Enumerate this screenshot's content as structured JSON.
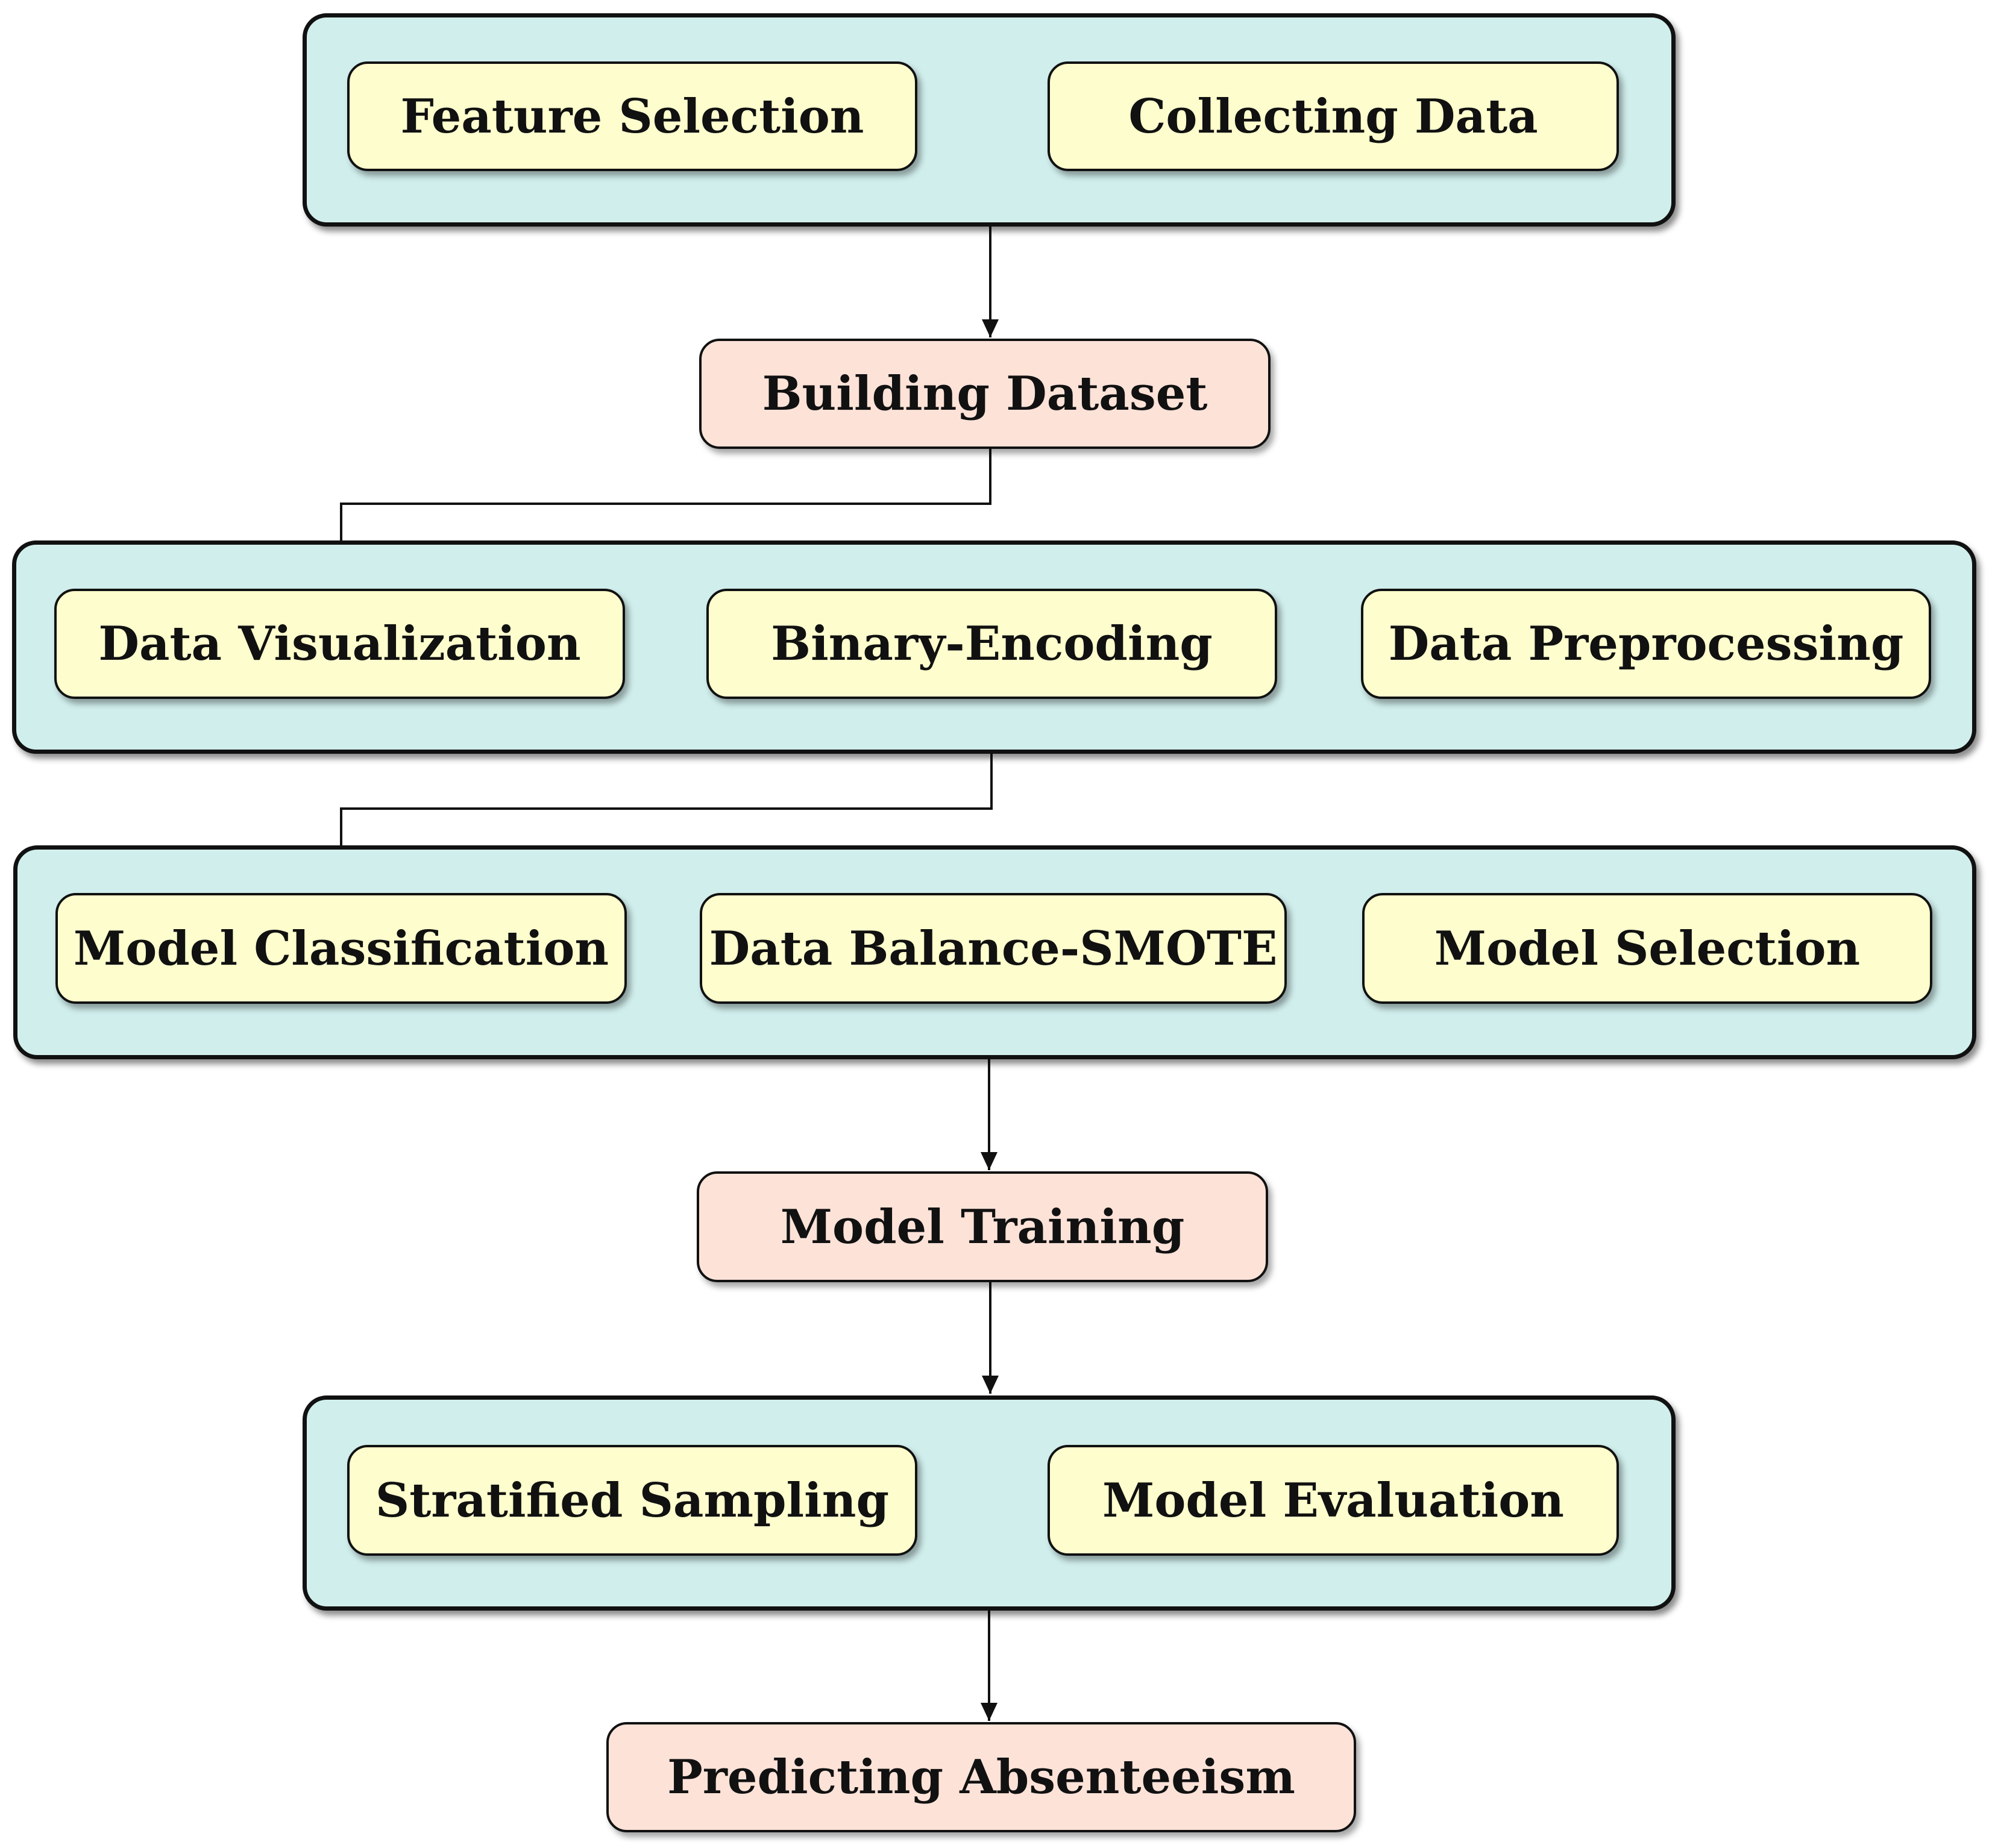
{
  "colors": {
    "group_fill": "#d0eeec",
    "step_fill": "#fdfdcd",
    "stage_fill": "#fde2d8",
    "stroke": "#111111"
  },
  "groups": {
    "data_collection": {
      "feature_selection": "Feature Selection",
      "collecting_data": "Collecting Data"
    },
    "data_preparation": {
      "data_visualization": "Data Visualization",
      "binary_encoding": "Binary-Encoding",
      "data_preprocessing": "Data Preprocessing"
    },
    "modeling": {
      "model_classification": "Model Classification",
      "data_balance": "Data Balance-SMOTE",
      "model_selection": "Model Selection"
    },
    "evaluation": {
      "stratified_sampling": "Stratified Sampling",
      "model_evaluation": "Model Evaluation"
    }
  },
  "stages": {
    "building_dataset": "Building Dataset",
    "model_training": "Model Training",
    "predicting_absenteeism": "Predicting Absenteeism"
  }
}
